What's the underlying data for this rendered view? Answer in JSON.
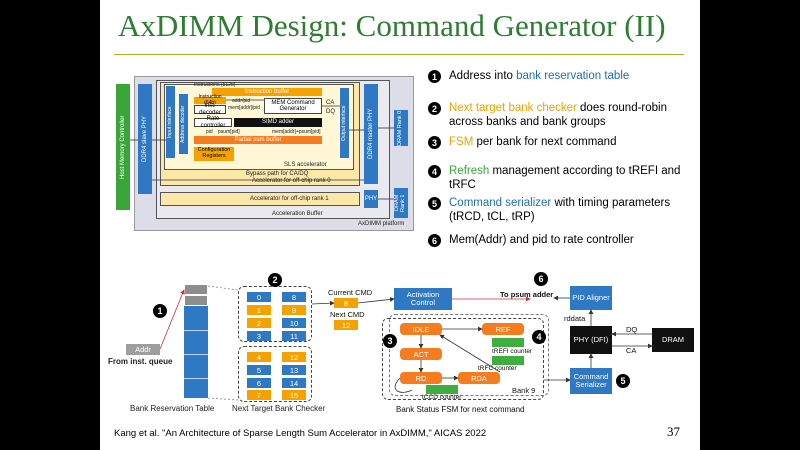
{
  "slide": {
    "title": "AxDIMM Design: Command Generator (II)",
    "page_number": "37",
    "citation": "Kang et al. \"An Architecture of Sparse Length Sum Accelerator in AxDIMM,\" AICAS 2022"
  },
  "bullets": [
    {
      "num": "1",
      "pre": "Address into ",
      "hl": "bank reservation table",
      "hl_color": "#1f6fb5",
      "post": ""
    },
    {
      "num": "2",
      "pre": "",
      "hl": "Next target bank checker",
      "hl_color": "#f2a100",
      "post": " does round-robin across banks and bank groups"
    },
    {
      "num": "3",
      "pre": "",
      "hl": "FSM",
      "hl_color": "#f2a100",
      "post": " per bank for next command"
    },
    {
      "num": "4",
      "pre": "",
      "hl": "Refresh",
      "hl_color": "#3aa63a",
      "post": " management according to tREFI and tRFC"
    },
    {
      "num": "5",
      "pre": "",
      "hl": "Command serializer",
      "hl_color": "#1f6fb5",
      "post": " with timing parameters (tRCD, tCL, tRP)"
    },
    {
      "num": "6",
      "pre": "Mem(Addr) and pid to rate controller",
      "hl": "",
      "hl_color": "",
      "post": ""
    }
  ],
  "arch": {
    "host_mc": "Host Memory Controller",
    "ddr4_slave": "DDR4 slave PHY",
    "input_iface": "Input interface",
    "addr_decoder": "Address decoder",
    "instructions": "Instructions (512b)",
    "instr_buffer": "Instruction buffer",
    "instr_64b": "Instruction (64b)",
    "inst_decoder": "Inst. decoder",
    "addr_pid": "addr/pid",
    "mem_addr_pid": "mem[addr]/pid",
    "mem_cmd_gen": "MEM Command Generator",
    "ca": "CA",
    "dq": "DQ",
    "rate_ctrl": "Rate controller",
    "simd": "SIMD adder",
    "pid": "pid",
    "psum_pid": "psum[pid]",
    "mem_psum": "mem[addr]+psum[pid]",
    "partial_sum": "Partial sum buffer",
    "config_regs": "Configuration Registers",
    "sls_acc": "SLS accelerator",
    "output_iface": "Output interface",
    "ddr4_master": "DDR4 master PHY",
    "dram0": "DRAM Rank 0",
    "bypass": "Bypass path for CA/DQ",
    "acc_rank0": "Accelerator for off-chip rank 0",
    "acc_rank1": "Accelerator for off-chip rank 1",
    "phy": "PHY",
    "dram1": "DRAM Rank 1",
    "acc_buffer": "Acceleration Buffer",
    "platform": "AxDIMM platform"
  },
  "diagram": {
    "addr": "Addr",
    "from_inst_queue": "From inst. queue",
    "bank_res_table": "Bank Reservation Table",
    "next_target_checker": "Next Target Bank Checker",
    "checker_left": [
      "0",
      "1",
      "2",
      "3",
      "4",
      "5",
      "6",
      "7"
    ],
    "checker_right": [
      "8",
      "9",
      "10",
      "11",
      "12",
      "13",
      "14",
      "15"
    ],
    "current_cmd": "Current CMD",
    "current_val": "8",
    "next_cmd": "Next CMD",
    "next_val": "12",
    "activation_control": "Activation Control",
    "idle": "IDLE",
    "ref": "REF",
    "act": "ACT",
    "rd": "RD",
    "rda": "RDA",
    "trefi_counter": "tREFI counter",
    "trfc_counter": "tRFC counter",
    "tccd_counter": "tCCD counter",
    "bank9": "Bank 9",
    "fsm_caption": "Bank Status FSM for next command",
    "to_psum_adder": "To psum adder",
    "pid_aligner": "PID Aligner",
    "rddata": "rddata",
    "phy_dfi": "PHY (DFI)",
    "dq": "DQ",
    "ca": "CA",
    "dram": "DRAM",
    "cmd_serializer": "Command Serializer",
    "markers": [
      "1",
      "2",
      "3",
      "4",
      "5",
      "6"
    ]
  },
  "colors": {
    "title": "#2e7d32",
    "blue": "#2e78c4",
    "orange": "#f5a200",
    "fsm_orange": "#f57c1f",
    "green": "#3fae3f",
    "gold_rule": "#c9a227"
  }
}
